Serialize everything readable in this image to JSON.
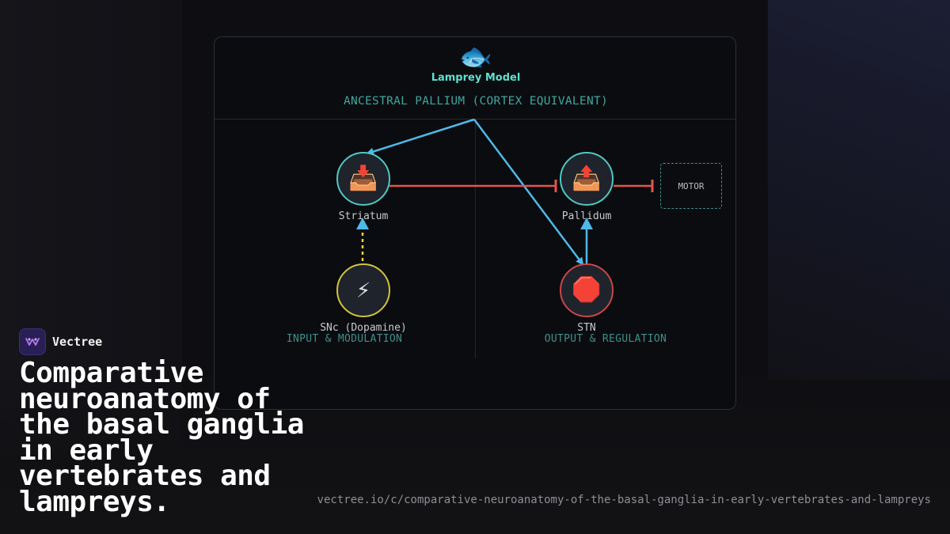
{
  "diagram": {
    "icon": "🐟",
    "icon_name": "fish-icon",
    "title": "Lamprey Model",
    "top_region": "ANCESTRAL PALLIUM (CORTEX EQUIVALENT)",
    "sections": {
      "left": "INPUT & MODULATION",
      "right": "OUTPUT & REGULATION"
    },
    "nodes": {
      "striatum": {
        "label": "Striatum",
        "icon": "📥",
        "icon_name": "inbox-tray-icon",
        "border": "#4fc9c1"
      },
      "pallidum": {
        "label": "Pallidum",
        "icon": "📤",
        "icon_name": "outbox-tray-icon",
        "border": "#4fc9c1"
      },
      "snc": {
        "label": "SNc (Dopamine)",
        "icon": "⚡",
        "icon_name": "lightning-icon",
        "border": "#d3c43b"
      },
      "stn": {
        "label": "STN",
        "icon": "🛑",
        "icon_name": "stop-sign-icon",
        "border": "#c9474a"
      }
    },
    "motor": "MOTOR",
    "edge_colors": {
      "excitatory": "#4fb8e8",
      "inhibitory": "#e0554e",
      "modulatory": "#e8d23a"
    }
  },
  "brand": {
    "name": "Vectree"
  },
  "headline": "Comparative neuroanatomy of the basal ganglia in early vertebrates and lampreys.",
  "url": "vectree.io/c/comparative-neuroanatomy-of-the-basal-ganglia-in-early-vertebrates-and-lampreys"
}
